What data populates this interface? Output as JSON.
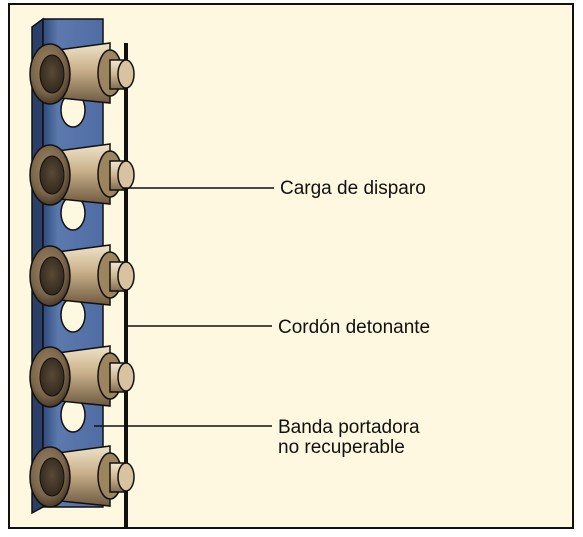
{
  "labels": {
    "shaped_charge": "Carga de disparo",
    "detonating_cord": "Cordón detonante",
    "carrier_strip_line1": "Banda portadora",
    "carrier_strip_line2": "no recuperable"
  },
  "colors": {
    "background": "#fdf8df",
    "carrier_strip": "#5b79ad",
    "charge_body": "#c9b08a",
    "cord": "#111111"
  },
  "charges_count": 5
}
